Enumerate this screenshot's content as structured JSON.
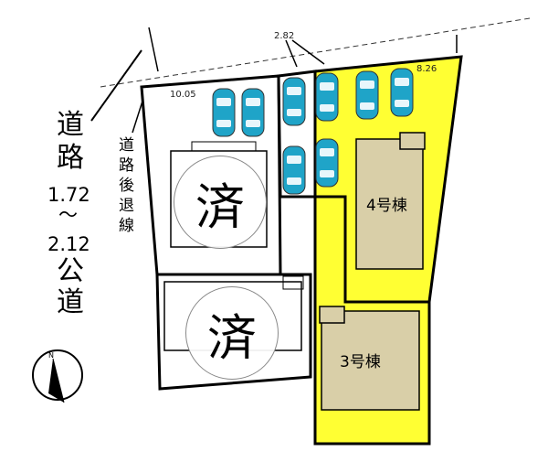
{
  "road": {
    "chars_top": [
      "道",
      "路"
    ],
    "width_from": "1.72",
    "width_sep": "～",
    "width_to": "2.12",
    "chars_bottom": [
      "公",
      "道"
    ]
  },
  "setback": {
    "chars": [
      "道",
      "路",
      "後",
      "退",
      "線"
    ]
  },
  "dimensions": {
    "frontage_left": "10.05",
    "passage": "2.82",
    "frontage_right": "8.26"
  },
  "lots": {
    "lot4": {
      "label": "4号棟",
      "color": "#ffff33"
    },
    "lot3": {
      "label": "3号棟",
      "color": "#ffff33"
    },
    "sold_upper": {
      "label": "済"
    },
    "sold_lower": {
      "label": "済"
    }
  },
  "compass": {
    "label": "N"
  },
  "colors": {
    "highlight": "#ffff33",
    "building": "#d9cfa8",
    "car": "#1fa4c8"
  }
}
